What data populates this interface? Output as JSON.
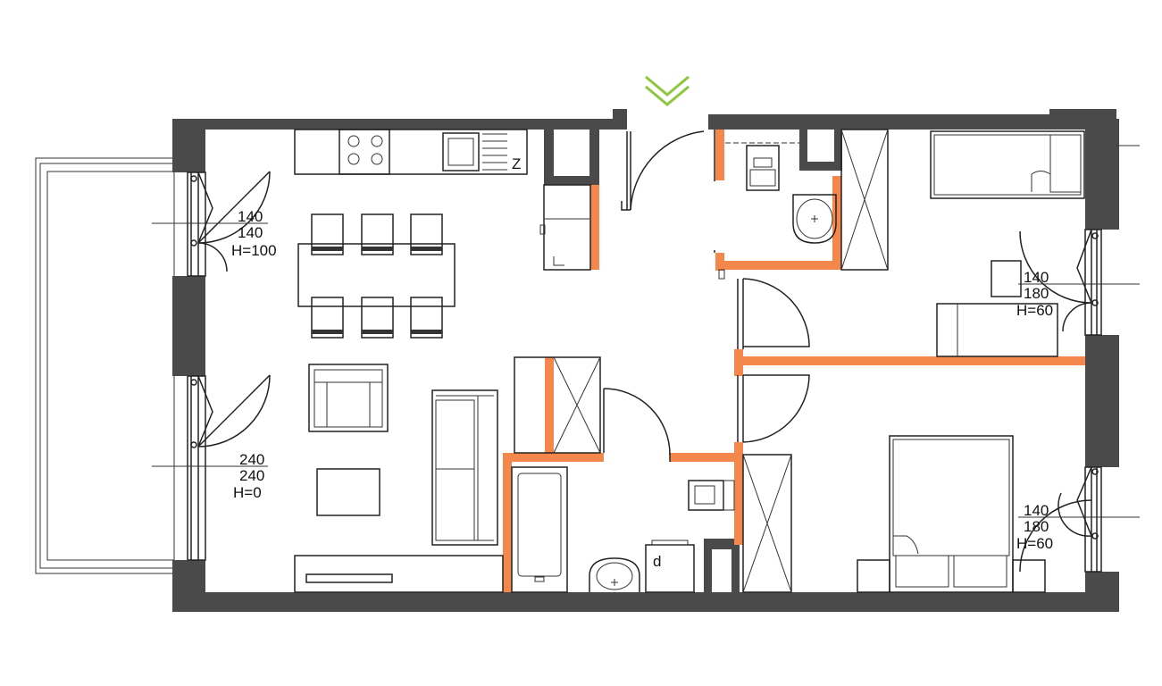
{
  "plan": {
    "colors": {
      "structural_wall": "#4a4a4a",
      "new_partition": "#f4874b",
      "entrance_marker": "#8dc63f",
      "line": "#222222",
      "background": "#ffffff"
    },
    "entrance_marker_icon": "double-chevron-down-icon",
    "windows": [
      {
        "id": "living-window-1",
        "width": "140",
        "height": "140",
        "sill": "H=100"
      },
      {
        "id": "living-window-2",
        "width": "240",
        "height": "240",
        "sill": "H=0"
      },
      {
        "id": "bedroom-1-window",
        "width": "140",
        "height": "180",
        "sill": "H=60"
      },
      {
        "id": "bedroom-2-window",
        "width": "140",
        "height": "180",
        "sill": "H=60"
      }
    ],
    "fridge_mark": "Z",
    "dryer_mark": "d"
  }
}
